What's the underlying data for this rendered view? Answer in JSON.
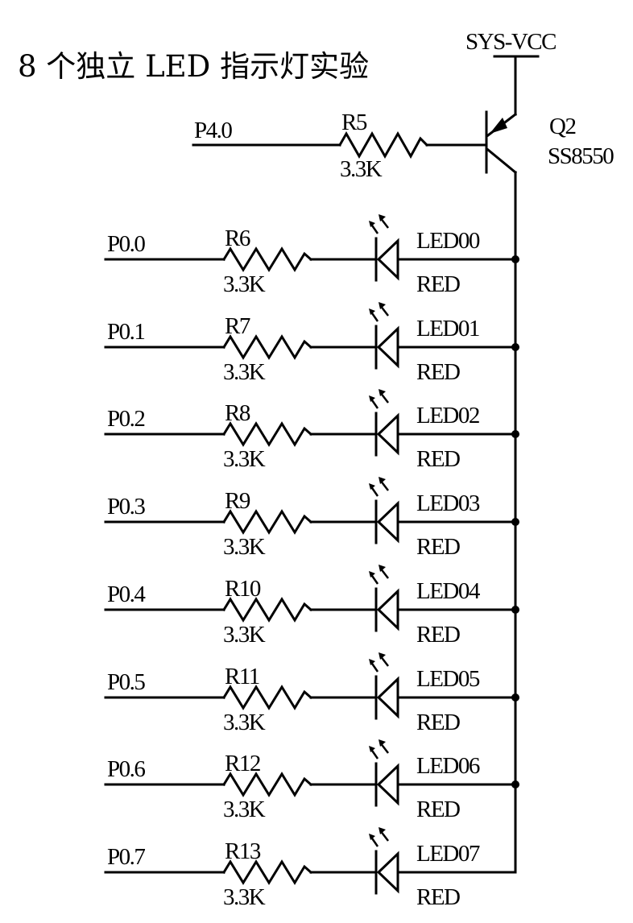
{
  "title": "8 个独立 LED 指示灯实验",
  "supply": {
    "label": "SYS-VCC"
  },
  "transistor": {
    "ref": "Q2",
    "part": "SS8550",
    "base_net": "P4.0",
    "base_resistor": {
      "ref": "R5",
      "value": "3.3K"
    }
  },
  "channels": [
    {
      "net": "P0.0",
      "resistor": "R6",
      "value": "3.3K",
      "led": "LED00",
      "color": "RED"
    },
    {
      "net": "P0.1",
      "resistor": "R7",
      "value": "3.3K",
      "led": "LED01",
      "color": "RED"
    },
    {
      "net": "P0.2",
      "resistor": "R8",
      "value": "3.3K",
      "led": "LED02",
      "color": "RED"
    },
    {
      "net": "P0.3",
      "resistor": "R9",
      "value": "3.3K",
      "led": "LED03",
      "color": "RED"
    },
    {
      "net": "P0.4",
      "resistor": "R10",
      "value": "3.3K",
      "led": "LED04",
      "color": "RED"
    },
    {
      "net": "P0.5",
      "resistor": "R11",
      "value": "3.3K",
      "led": "LED05",
      "color": "RED"
    },
    {
      "net": "P0.6",
      "resistor": "R12",
      "value": "3.3K",
      "led": "LED06",
      "color": "RED"
    },
    {
      "net": "P0.7",
      "resistor": "R13",
      "value": "3.3K",
      "led": "LED07",
      "color": "RED"
    }
  ]
}
